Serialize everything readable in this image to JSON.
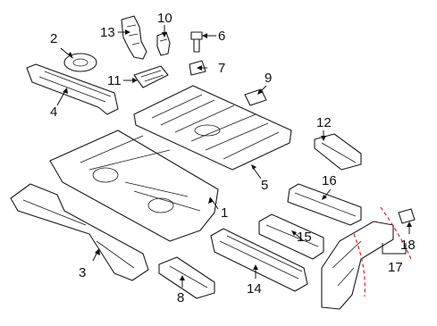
{
  "diagram": {
    "callouts": [
      {
        "id": "c1",
        "label": "1"
      },
      {
        "id": "c2",
        "label": "2"
      },
      {
        "id": "c3",
        "label": "3"
      },
      {
        "id": "c4",
        "label": "4"
      },
      {
        "id": "c5",
        "label": "5"
      },
      {
        "id": "c6",
        "label": "6"
      },
      {
        "id": "c7",
        "label": "7"
      },
      {
        "id": "c8",
        "label": "8"
      },
      {
        "id": "c9",
        "label": "9"
      },
      {
        "id": "c10",
        "label": "10"
      },
      {
        "id": "c11",
        "label": "11"
      },
      {
        "id": "c12",
        "label": "12"
      },
      {
        "id": "c13",
        "label": "13"
      },
      {
        "id": "c14",
        "label": "14"
      },
      {
        "id": "c15",
        "label": "15"
      },
      {
        "id": "c16",
        "label": "16"
      },
      {
        "id": "c17",
        "label": "17"
      },
      {
        "id": "c18",
        "label": "18"
      }
    ],
    "colors": {
      "line": "#1a1a1a",
      "cut_line": "#d9232a",
      "background": "#ffffff"
    }
  }
}
